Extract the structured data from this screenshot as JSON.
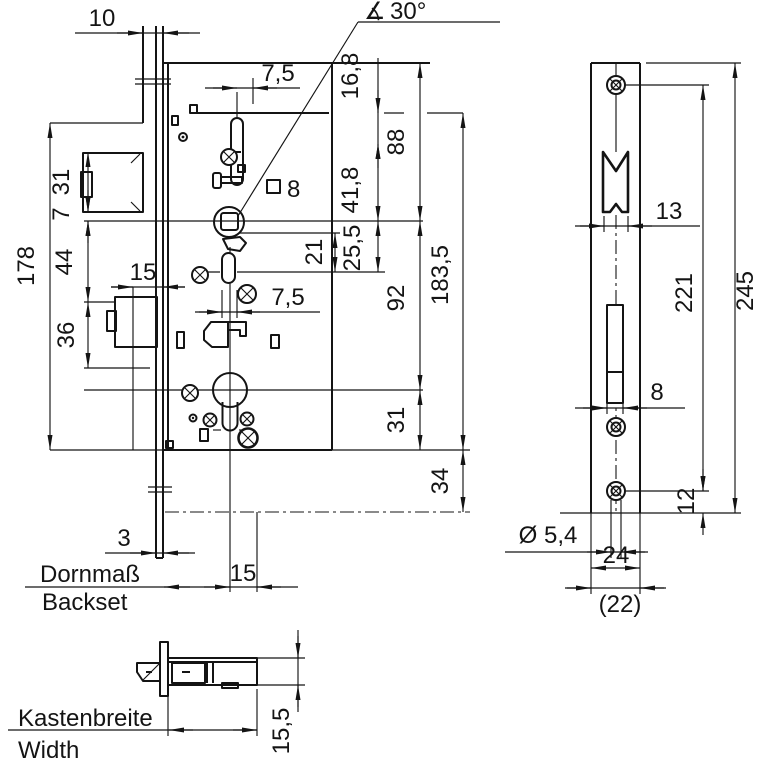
{
  "labels": {
    "angle_symbol": "∡",
    "angle_value": "30°",
    "backset_de": "Dornmaß",
    "backset_en": "Backset",
    "case_width_de": "Kastenbreite",
    "case_width_en": "Width"
  },
  "main_view": {
    "dim_faceplate_top": "10",
    "dim_slot_offset_top": "7,5",
    "dim_top_to_latch": "16,8",
    "dim_latch_to_follower": "41,8",
    "dim_follower_to_pin": "25,5",
    "dim_pin_offset": "21",
    "dim_spindle_square": "8",
    "dim_top_to_follower": "88",
    "dim_follower_to_cylinder": "92",
    "dim_cylinder_to_bottom": "31",
    "dim_reference_length": "183,5",
    "dim_bottom_to_screw_axis": "34",
    "dim_overall": "178",
    "dim_latch_height": "31",
    "dim_latch_to_center": "7",
    "dim_center_to_deadbolt": "44",
    "dim_deadbolt_height": "36",
    "dim_throw": "15",
    "dim_slot_offset_bottom": "7,5",
    "dim_faceplate_thickness": "3",
    "dim_center_offset": "15"
  },
  "faceplate_view": {
    "dim_latch_cutout_width": "13",
    "dim_screw_spacing": "221",
    "dim_plate_length": "245",
    "dim_bolt_cutout_width": "8",
    "dim_screw_to_edge": "12",
    "dim_screw_hole_diameter": "Ø 5,4",
    "dim_plate_width": "24",
    "dim_plate_width_alt": "(22)"
  },
  "side_view": {
    "dim_case_thickness": "15,5"
  }
}
